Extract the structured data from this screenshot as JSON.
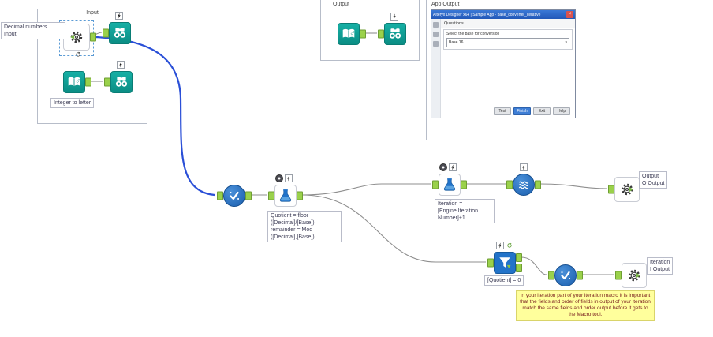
{
  "colors": {
    "tool_teal": "#10a89e",
    "tool_blue": "#2273c9",
    "anchor_green": "#9ad14b",
    "wire_gray": "#8f8f8f",
    "wire_selected": "#2a4fd7",
    "note_bg": "#ffff9c",
    "dialog_titlebar": "#2f6fd0"
  },
  "containers": {
    "input": {
      "label": "Input"
    },
    "output": {
      "label": "Output"
    },
    "app_output": {
      "label": "App Output"
    }
  },
  "dialog": {
    "title": "Alteryx Designer x64 | Sample App - base_converter_iterative",
    "section_label": "Questions",
    "question": "Select the base for conversion",
    "dropdown_value": "Base 16",
    "buttons": [
      "Test",
      "Finish",
      "Exit",
      "Help"
    ]
  },
  "icons": {
    "close": "×",
    "caret": "▾"
  },
  "annotations": {
    "macro_input": "Decimal numbers\nInput",
    "text_input": "Integer to letter",
    "formula1": "Quotient = floor\n([Decimal]/[Base])\nremainder = Mod\n([Decimal],[Base])",
    "formula2": "Iteration =\n[Engine.Iteration\nNumber]+1",
    "filter": "[Quotient] = 0",
    "output_o": "Output\nO Output",
    "output_i": "Iteration\nI Output",
    "note": "In your iteration part of your iteration macro it is important that the fields and order of fields in output of your iteration match the same fields and order output before it gets to the Macro tool."
  }
}
